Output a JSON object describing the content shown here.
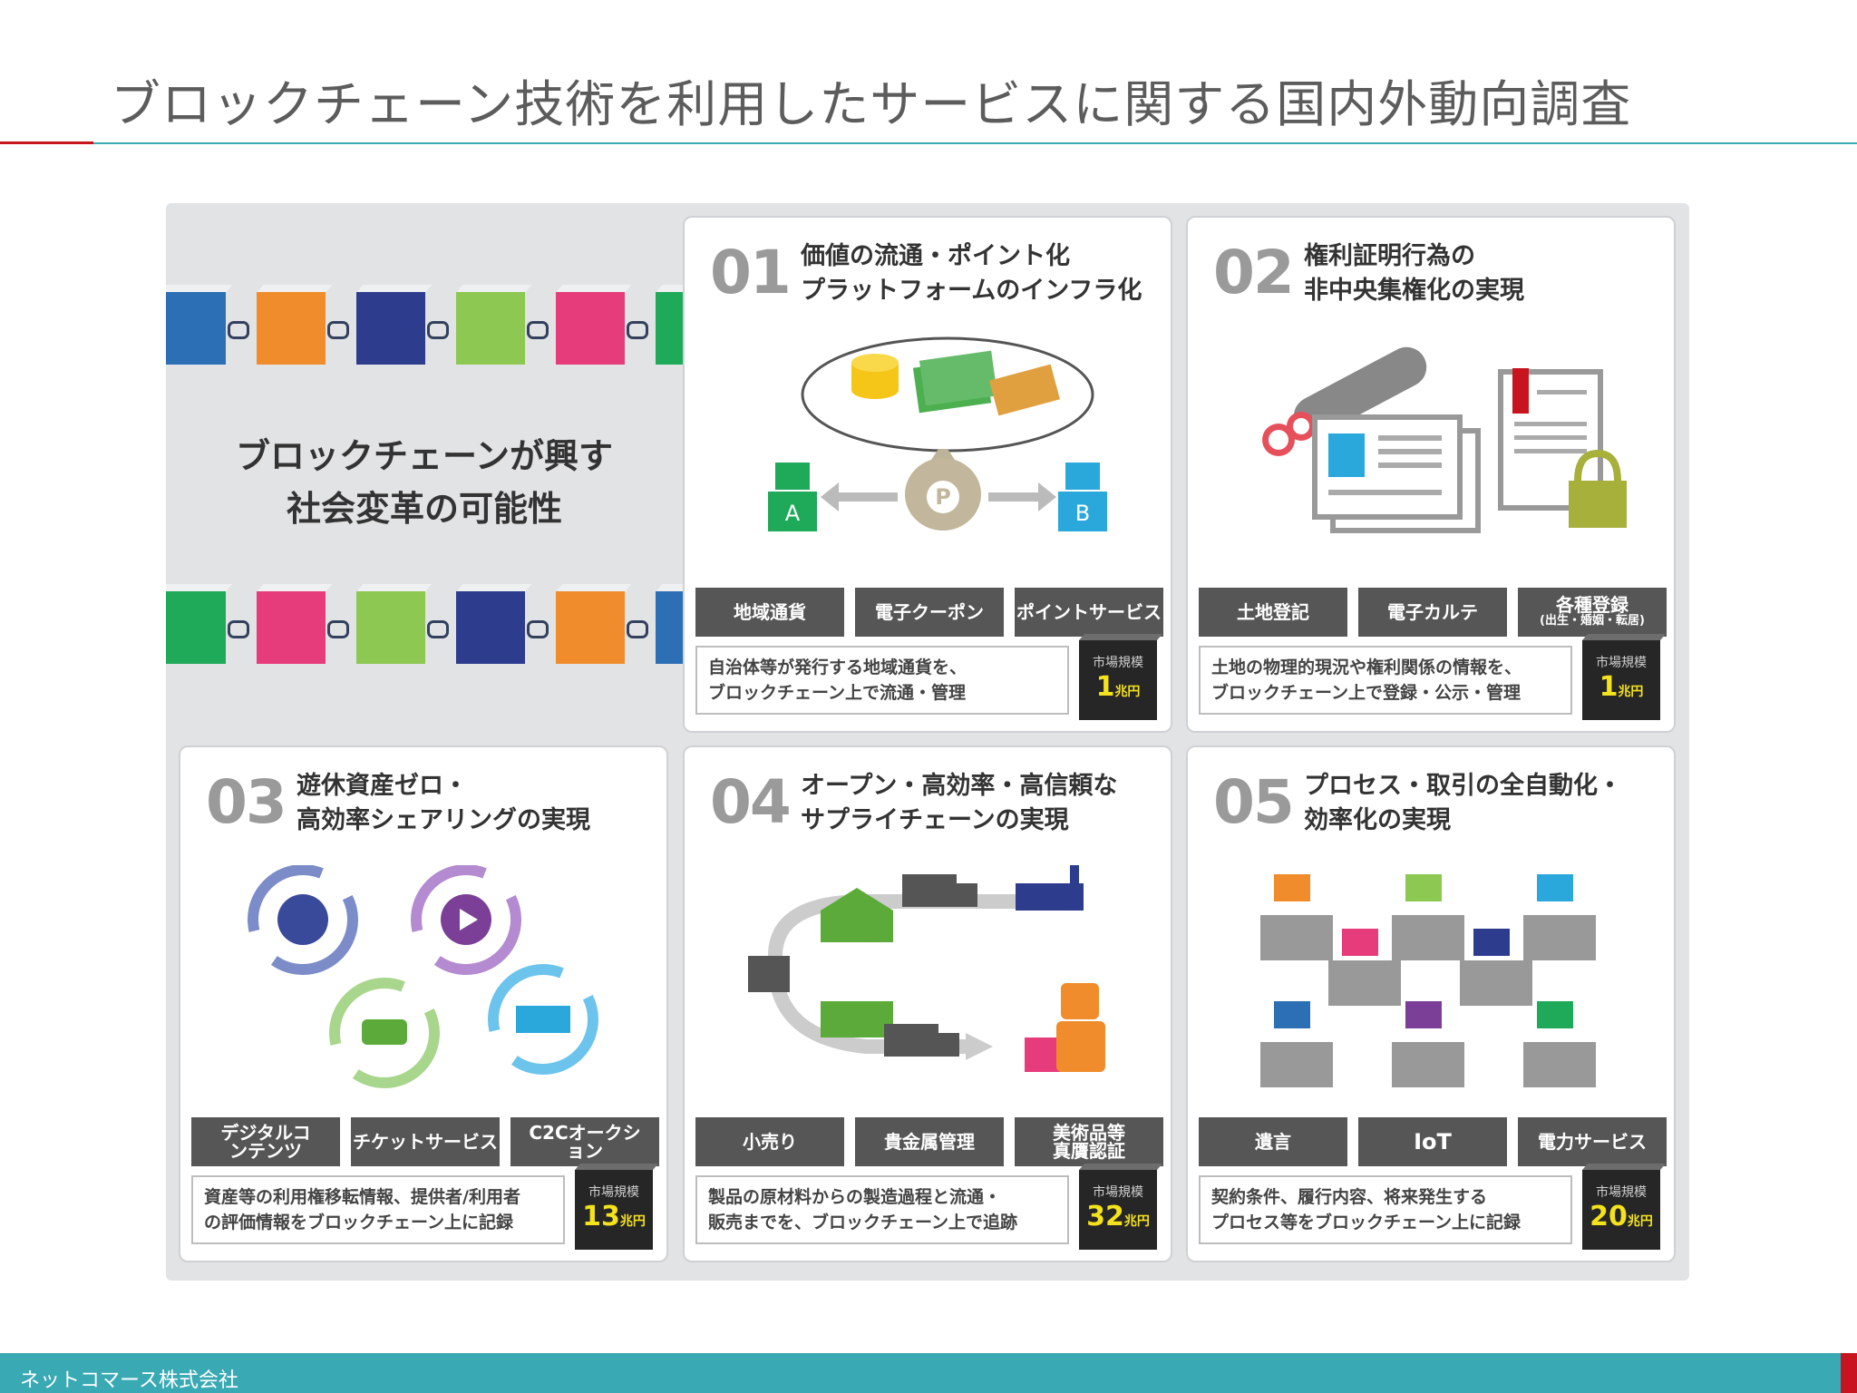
{
  "title": "ブロックチェーン技術を利用したサービスに関する国内外動向調査",
  "hero": {
    "line1": "ブロックチェーンが興す",
    "line2": "社会変革の可能性"
  },
  "colors": {
    "accent_red": "#c8141e",
    "accent_teal": "#39a9b4",
    "tag_bg": "#565656",
    "market_value": "#f4e21c"
  },
  "market_label": "市場規模",
  "market_unit": "兆円",
  "cards": [
    {
      "num": "01",
      "title1": "価値の流通・ポイント化",
      "title2": "プラットフォームのインフラ化",
      "tags": [
        "地域通貨",
        "電子クーポン",
        "ポイントサービス"
      ],
      "tag_sub": "",
      "desc1": "自治体等が発行する地域通貨を、",
      "desc2": "ブロックチェーン上で流通・管理",
      "market": "1",
      "icon": "money-exchange-icon",
      "robot_a": "A",
      "robot_b": "B",
      "coin_mark": "P"
    },
    {
      "num": "02",
      "title1": "権利証明行為の",
      "title2": "非中央集権化の実現",
      "tags": [
        "土地登記",
        "電子カルテ",
        "各種登録"
      ],
      "tag_sub": "(出生・婚姻・転居)",
      "desc1": "土地の物理的現況や権利関係の情報を、",
      "desc2": "ブロックチェーン上で登録・公示・管理",
      "market": "1",
      "icon": "document-seal-icon"
    },
    {
      "num": "03",
      "title1": "遊休資産ゼロ・",
      "title2": "高効率シェアリングの実現",
      "tags": [
        "デジタルコンテンツ",
        "チケットサービス",
        "C2Cオークション"
      ],
      "tag_sub": "",
      "desc1": "資産等の利用権移転情報、提供者/利用者",
      "desc2": "の評価情報をブロックチェーン上に記録",
      "market": "13",
      "icon": "sharing-cycle-icon"
    },
    {
      "num": "04",
      "title1": "オープン・高効率・高信頼な",
      "title2": "サプライチェーンの実現",
      "tags": [
        "小売り",
        "貴金属管理",
        "美術品等真贋認証"
      ],
      "tag_sub": "",
      "desc1": "製品の原材料からの製造過程と流通・",
      "desc2": "販売までを、ブロックチェーン上で追跡",
      "market": "32",
      "icon": "supply-chain-icon"
    },
    {
      "num": "05",
      "title1": "プロセス・取引の全自動化・",
      "title2": "効率化の実現",
      "tags": [
        "遺言",
        "IoT",
        "電力サービス"
      ],
      "tag_sub": "",
      "desc1": "契約条件、履行内容、将来発生する",
      "desc2": "プロセス等をブロックチェーン上に記録",
      "market": "20",
      "icon": "robots-network-icon"
    }
  ],
  "footer": {
    "company": "ネットコマース株式会社"
  }
}
